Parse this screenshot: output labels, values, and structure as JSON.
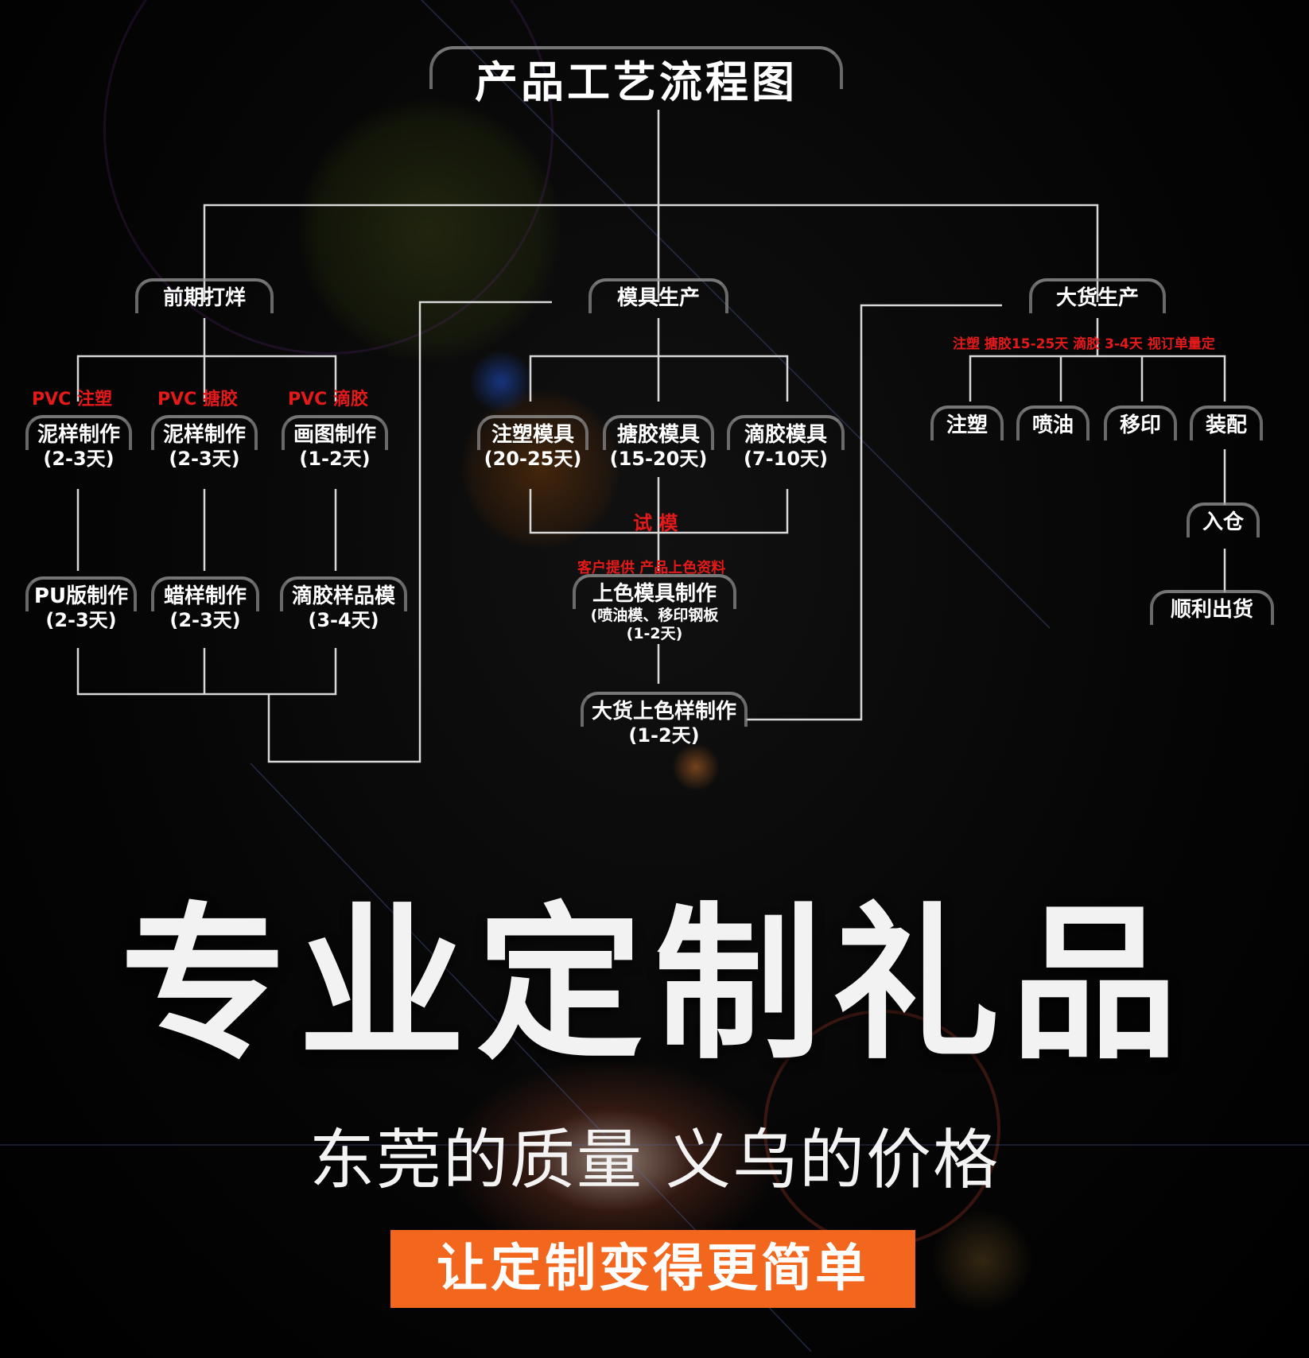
{
  "title": "产品工艺流程图",
  "branches": {
    "sample": {
      "label": "前期打烊",
      "tags": [
        "PVC 注塑",
        "PVC 搪胶",
        "PVC 滴胶"
      ],
      "row1": [
        {
          "name": "泥样制作",
          "days": "(2-3天)"
        },
        {
          "name": "泥样制作",
          "days": "(2-3天)"
        },
        {
          "name": "画图制作",
          "days": "(1-2天)"
        }
      ],
      "row2": [
        {
          "name": "PU版制作",
          "days": "(2-3天)"
        },
        {
          "name": "蜡样制作",
          "days": "(2-3天)"
        },
        {
          "name": "滴胶样品模",
          "days": "(3-4天)"
        }
      ]
    },
    "mold": {
      "label": "模具生产",
      "row1": [
        {
          "name": "注塑模具",
          "days": "(20-25天)"
        },
        {
          "name": "搪胶模具",
          "days": "(15-20天)"
        },
        {
          "name": "滴胶模具",
          "days": "(7-10天)"
        }
      ],
      "trial_label": "试 模",
      "customer_note": "客户提供 产品上色资料",
      "color_mold": {
        "name": "上色模具制作",
        "sub": "(喷油模、移印钢板",
        "days": "(1-2天)"
      },
      "bulk_sample": {
        "name": "大货上色样制作",
        "days": "(1-2天)"
      }
    },
    "production": {
      "label": "大货生产",
      "note": "注塑 搪胶15-25天 滴胶 3-4天 视订单量定",
      "steps": [
        "注塑",
        "喷油",
        "移印",
        "装配"
      ],
      "warehouse": "入仓",
      "ship": "顺利出货"
    }
  },
  "headline": "专业定制礼品",
  "tagline": "东莞的质量 义乌的价格",
  "cta": "让定制变得更简单",
  "colors": {
    "accent_red": "#e41a1a",
    "cta_orange": "#f2661e",
    "background": "#030303"
  }
}
